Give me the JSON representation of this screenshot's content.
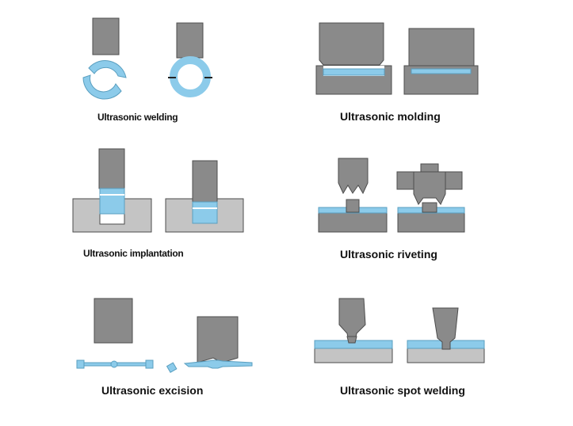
{
  "colors": {
    "dark_gray": "#8a8a8a",
    "mid_gray": "#a9a9a9",
    "light_gray": "#c4c4c4",
    "blue": "#8ccbea",
    "outline": "#4d4d4d"
  },
  "panels": [
    {
      "caption": "Ultrasonic welding"
    },
    {
      "caption": "Ultrasonic molding"
    },
    {
      "caption": "Ultrasonic implantation"
    },
    {
      "caption": "Ultrasonic riveting"
    },
    {
      "caption": "Ultrasonic excision"
    },
    {
      "caption": "Ultrasonic spot welding"
    }
  ]
}
